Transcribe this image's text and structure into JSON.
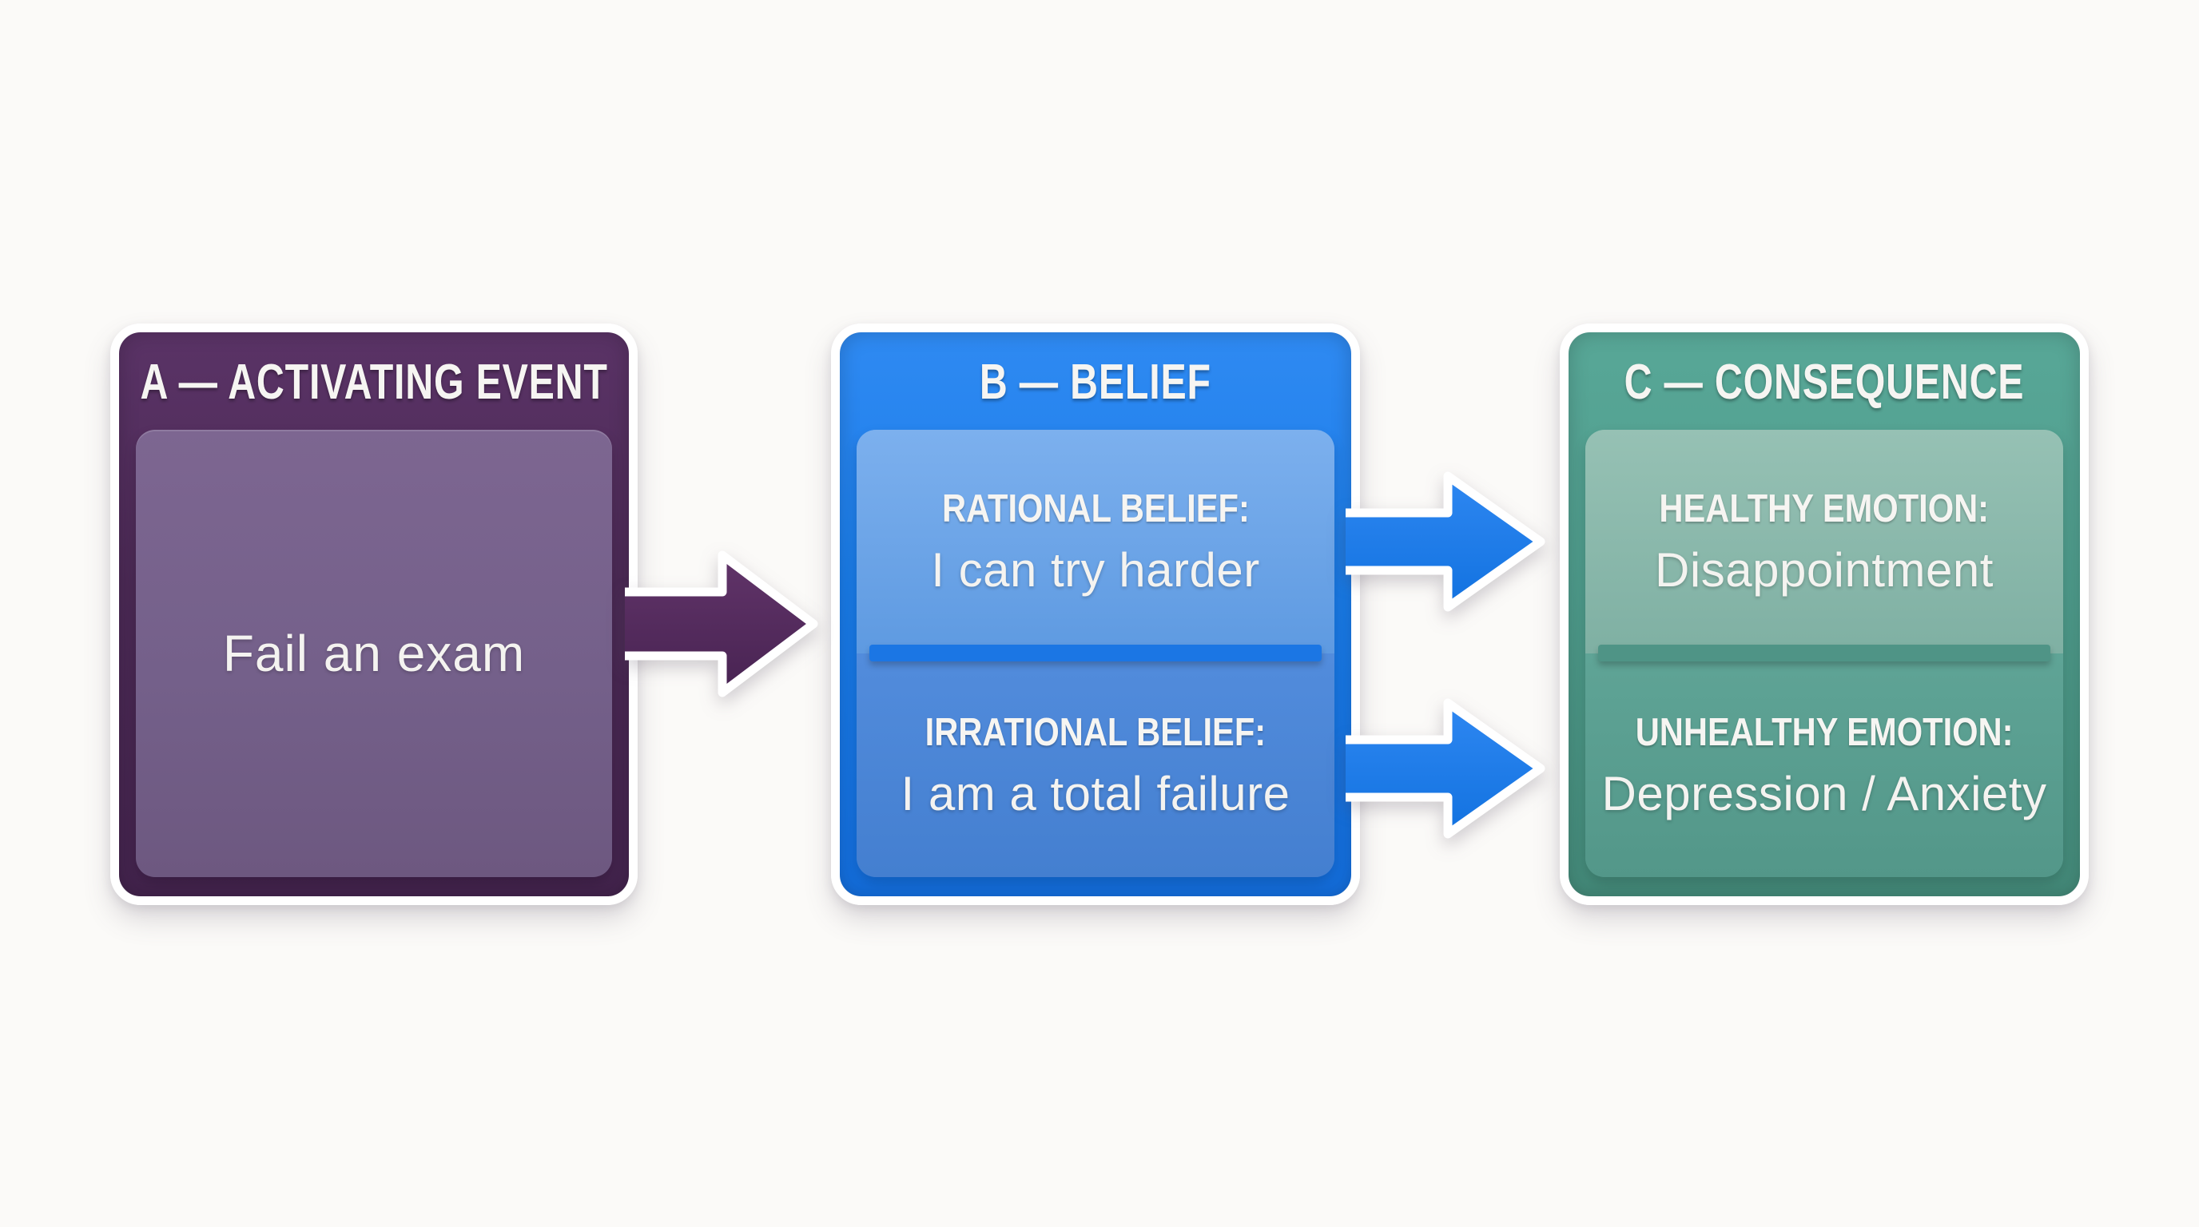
{
  "diagram": {
    "background": "#fbfaf8",
    "text_color": "#f4f3f0",
    "boxes": {
      "activating": {
        "header": "A — ACTIVATING EVENT",
        "content": "Fail an exam",
        "colors": {
          "outer": "#4c2a56",
          "panel": "#74608a"
        }
      },
      "belief": {
        "header": "B — BELIEF",
        "sections": {
          "rational": {
            "label": "RATIONAL BELIEF:",
            "text": "I can try harder"
          },
          "irrational": {
            "label": "IRRATIONAL BELIEF:",
            "text": "I am a total failure"
          }
        },
        "colors": {
          "outer": "#1a7ce9",
          "panel_top": "#6ea6e9",
          "divider": "#1b76e4",
          "panel_bottom": "#4b86d9"
        }
      },
      "consequence": {
        "header": "C — CONSEQUENCE",
        "sections": {
          "healthy": {
            "label": "HEALTHY EMOTION:",
            "text": "Disappointment"
          },
          "unhealthy": {
            "label": "UNHEALTHY EMOTION:",
            "text": "Depression / Anxiety"
          }
        },
        "colors": {
          "outer": "#4f9d8d",
          "panel_top": "#8cbab0",
          "divider": "#4f9486",
          "panel_bottom": "#5ca294"
        }
      }
    },
    "arrows": {
      "a_to_b": {
        "color": "#532a5e",
        "outline": "#ffffff"
      },
      "b_to_c_top": {
        "color": "#1b7ce8",
        "outline": "#ffffff"
      },
      "b_to_c_bottom": {
        "color": "#1b7ce8",
        "outline": "#ffffff"
      }
    }
  }
}
